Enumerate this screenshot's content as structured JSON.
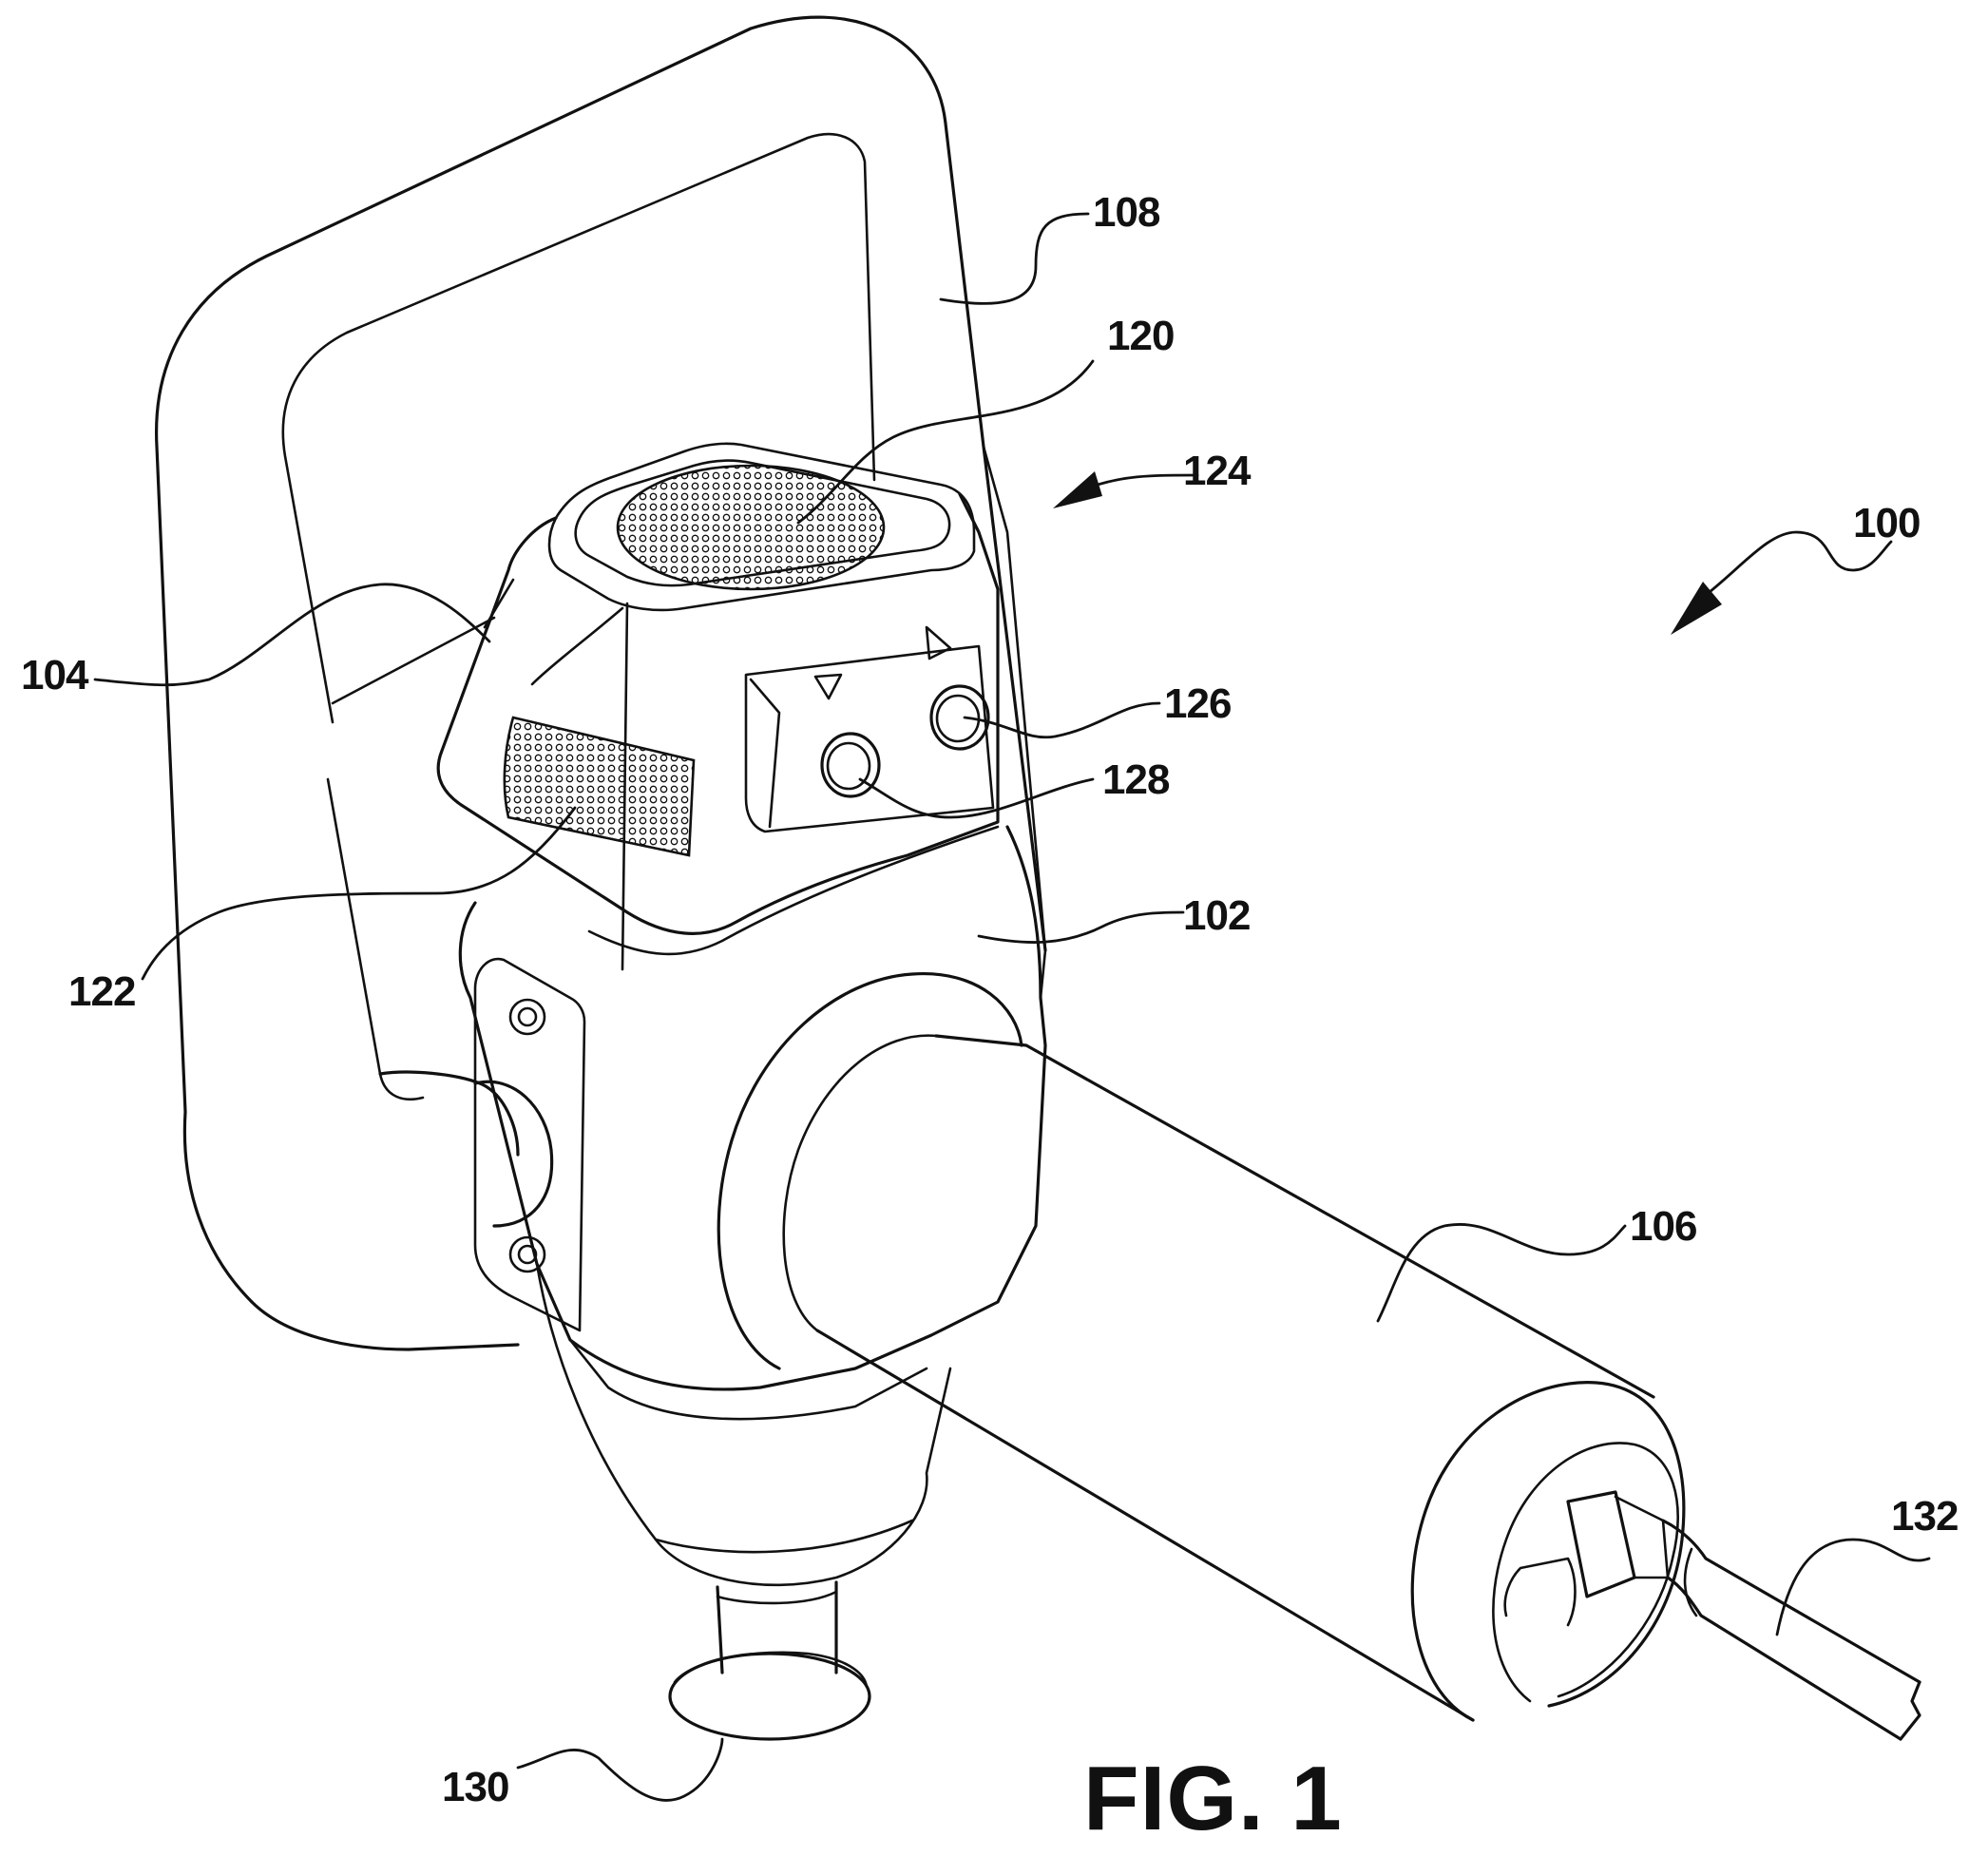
{
  "figure": {
    "caption": "FIG. 1"
  },
  "reference_numerals": {
    "assembly": "100",
    "housing": "102",
    "head": "104",
    "extension": "106",
    "handle": "108",
    "top_grille": "120",
    "side_grille": "122",
    "indicator": "124",
    "button_upper": "126",
    "button_lower": "128",
    "foot": "130",
    "cable": "132"
  }
}
